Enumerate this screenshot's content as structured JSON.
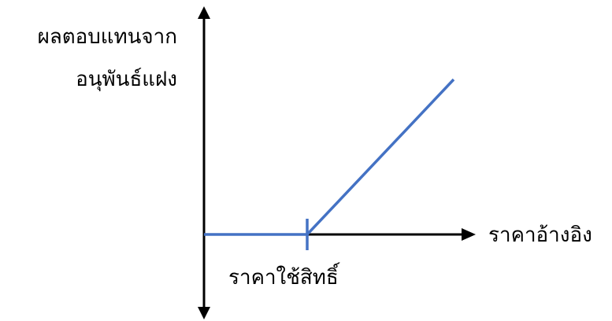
{
  "labels": {
    "y_axis_line1": "ผลตอบแทนจาก",
    "y_axis_line2": "อนุพันธ์แฝง",
    "x_axis": "ราคาอ้างอิง",
    "strike": "ราคาใช้สิทธิ์"
  },
  "colors": {
    "axis": "#000000",
    "payoff_line": "#4472C4"
  }
}
